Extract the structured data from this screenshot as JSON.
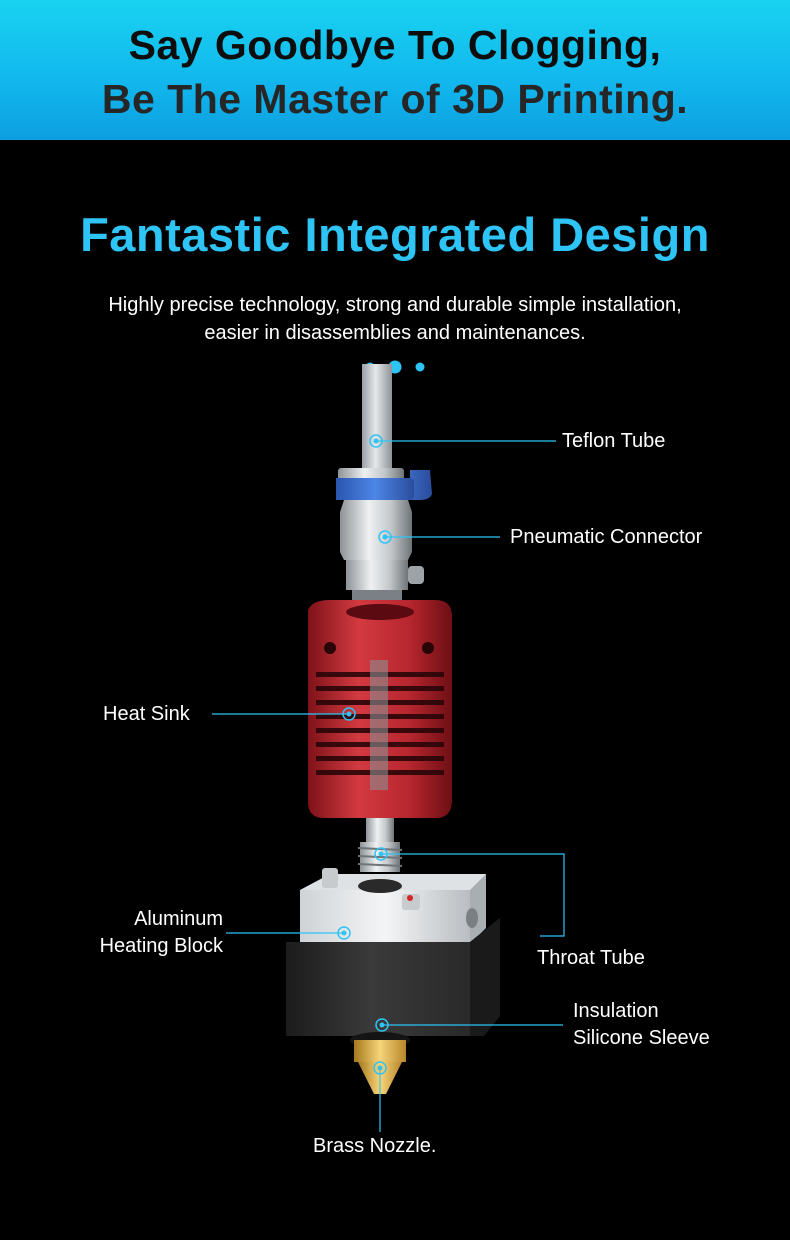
{
  "banner": {
    "line1": "Say Goodbye To Clogging,",
    "line2": "Be The Master of 3D Printing."
  },
  "section": {
    "title": "Fantastic Integrated Design",
    "subtitle_line1": "Highly precise technology, strong and durable simple installation,",
    "subtitle_line2": "easier in disassemblies and maintenances."
  },
  "parts": {
    "teflon_tube": "Teflon Tube",
    "pneumatic_connector": "Pneumatic Connector",
    "heat_sink": "Heat Sink",
    "aluminum_heating_block_line1": "Aluminum",
    "aluminum_heating_block_line2": "Heating Block",
    "throat_tube": "Throat Tube",
    "insulation_silicone_sleeve_line1": "Insulation",
    "insulation_silicone_sleeve_line2": "Silicone Sleeve",
    "brass_nozzle": "Brass Nozzle."
  },
  "colors": {
    "accent": "#2ec4f5",
    "banner_gradient_top": "#19d2f0",
    "banner_gradient_bottom": "#0d9fe0",
    "heat_sink_red": "#b8262e",
    "connector_blue": "#3a6fd0",
    "sleeve_dark": "#2b2b2b",
    "brass": "#e0b24a"
  }
}
